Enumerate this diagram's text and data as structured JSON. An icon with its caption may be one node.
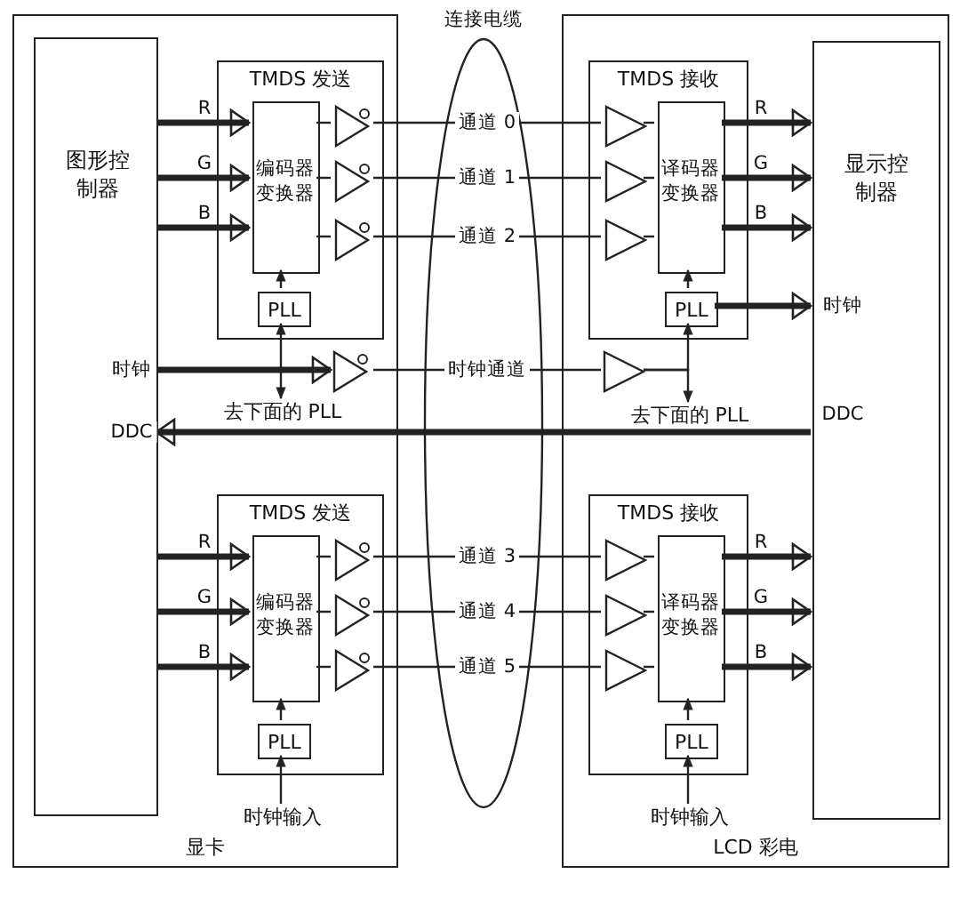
{
  "diagram": {
    "nodes": [
      {
        "text": [
          "显卡"
        ]
      },
      {
        "text": [
          "图形控制器"
        ],
        "in": 0
      },
      {
        "text": [
          "TMDS 发送"
        ],
        "in": 0
      },
      {
        "text": [
          "编码器变换器"
        ],
        "in": 2
      },
      {
        "text": [
          "PLL"
        ],
        "in": 2
      },
      {
        "text": [],
        "shape": "triangle",
        "in": 2
      },
      {
        "text": [],
        "shape": "triangle",
        "in": 2
      },
      {
        "text": [],
        "shape": "triangle",
        "in": 2
      },
      {
        "text": [],
        "shape": "triangle",
        "in": 0
      },
      {
        "text": [
          "去下面的 PLL"
        ],
        "in": 0
      },
      {
        "text": [
          "TMDS 发送"
        ],
        "in": 0
      },
      {
        "text": [
          "编码器变换器"
        ],
        "in": 10
      },
      {
        "text": [
          "PLL"
        ],
        "in": 10
      },
      {
        "text": [],
        "shape": "triangle",
        "in": 10
      },
      {
        "text": [],
        "shape": "triangle",
        "in": 10
      },
      {
        "text": [],
        "shape": "triangle",
        "in": 10
      },
      {
        "text": [
          "时钟输入"
        ],
        "in": 0
      },
      {
        "text": [
          "LCD 彩电"
        ]
      },
      {
        "text": [
          "显示控制器"
        ],
        "in": 17
      },
      {
        "text": [
          "TMDS 接收"
        ],
        "in": 17
      },
      {
        "text": [],
        "shape": "triangle",
        "in": 19
      },
      {
        "text": [],
        "shape": "triangle",
        "in": 19
      },
      {
        "text": [],
        "shape": "triangle",
        "in": 19
      },
      {
        "text": [
          "译码器变换器"
        ],
        "in": 19
      },
      {
        "text": [
          "PLL"
        ],
        "in": 19
      },
      {
        "text": [],
        "shape": "triangle",
        "in": 17
      },
      {
        "text": [
          "去下面的 PLL"
        ],
        "in": 17
      },
      {
        "text": [
          "TMDS 接收"
        ],
        "in": 17
      },
      {
        "text": [],
        "shape": "triangle",
        "in": 27
      },
      {
        "text": [],
        "shape": "triangle",
        "in": 27
      },
      {
        "text": [],
        "shape": "triangle",
        "in": 27
      },
      {
        "text": [
          "译码器变换器"
        ],
        "in": 27
      },
      {
        "text": [
          "PLL"
        ],
        "in": 27
      },
      {
        "text": [
          "时钟输入"
        ],
        "in": 17
      }
    ],
    "edges": [
      {
        "from": 1,
        "to": 3,
        "arrow": "to",
        "label": "R",
        "style": "thick"
      },
      {
        "from": 1,
        "to": 3,
        "arrow": "to",
        "label": "G",
        "style": "thick"
      },
      {
        "from": 1,
        "to": 3,
        "arrow": "to",
        "label": "B",
        "style": "thick"
      },
      {
        "from": 3,
        "to": 5,
        "arrow": "none"
      },
      {
        "from": 3,
        "to": 6,
        "arrow": "none"
      },
      {
        "from": 3,
        "to": 7,
        "arrow": "none"
      },
      {
        "from": 4,
        "to": 3,
        "arrow": "to"
      },
      {
        "from": 1,
        "to": 8,
        "arrow": "to",
        "label": "时钟",
        "style": "thick"
      },
      {
        "from": 1,
        "to": 4,
        "arrow": "to"
      },
      {
        "from": 1,
        "to": 9,
        "arrow": "to"
      },
      {
        "from": 5,
        "to": 20,
        "arrow": "none",
        "label": "通道 0"
      },
      {
        "from": 6,
        "to": 21,
        "arrow": "none",
        "label": "通道 1"
      },
      {
        "from": 7,
        "to": 22,
        "arrow": "none",
        "label": "通道 2"
      },
      {
        "from": 8,
        "to": 25,
        "arrow": "none",
        "label": "时钟通道"
      },
      {
        "from": 18,
        "to": 1,
        "arrow": "to",
        "label": "DDC",
        "style": "thick"
      },
      {
        "from": 1,
        "to": 11,
        "arrow": "to",
        "label": "R",
        "style": "thick"
      },
      {
        "from": 1,
        "to": 11,
        "arrow": "to",
        "label": "G",
        "style": "thick"
      },
      {
        "from": 1,
        "to": 11,
        "arrow": "to",
        "label": "B",
        "style": "thick"
      },
      {
        "from": 11,
        "to": 13,
        "arrow": "none"
      },
      {
        "from": 11,
        "to": 14,
        "arrow": "none"
      },
      {
        "from": 11,
        "to": 15,
        "arrow": "none"
      },
      {
        "from": 12,
        "to": 11,
        "arrow": "to"
      },
      {
        "from": 16,
        "to": 12,
        "arrow": "to"
      },
      {
        "from": 13,
        "to": 28,
        "arrow": "none",
        "label": "通道 3"
      },
      {
        "from": 14,
        "to": 29,
        "arrow": "none",
        "label": "通道 4"
      },
      {
        "from": 15,
        "to": 30,
        "arrow": "none",
        "label": "通道 5"
      },
      {
        "from": 20,
        "to": 23,
        "arrow": "none"
      },
      {
        "from": 21,
        "to": 23,
        "arrow": "none"
      },
      {
        "from": 22,
        "to": 23,
        "arrow": "none"
      },
      {
        "from": 23,
        "to": 18,
        "arrow": "to",
        "label": "R",
        "style": "thick"
      },
      {
        "from": 23,
        "to": 18,
        "arrow": "to",
        "label": "G",
        "style": "thick"
      },
      {
        "from": 23,
        "to": 18,
        "arrow": "to",
        "label": "B",
        "style": "thick"
      },
      {
        "from": 24,
        "to": 23,
        "arrow": "to"
      },
      {
        "from": 24,
        "to": 18,
        "arrow": "to",
        "label": "时钟",
        "style": "thick"
      },
      {
        "from": 25,
        "to": 24,
        "arrow": "to"
      },
      {
        "from": 25,
        "to": 26,
        "arrow": "to"
      },
      {
        "from": 28,
        "to": 31,
        "arrow": "none"
      },
      {
        "from": 29,
        "to": 31,
        "arrow": "none"
      },
      {
        "from": 30,
        "to": 31,
        "arrow": "none"
      },
      {
        "from": 31,
        "to": 18,
        "arrow": "to",
        "label": "R",
        "style": "thick"
      },
      {
        "from": 31,
        "to": 18,
        "arrow": "to",
        "label": "G",
        "style": "thick"
      },
      {
        "from": 31,
        "to": 18,
        "arrow": "to",
        "label": "B",
        "style": "thick"
      },
      {
        "from": 32,
        "to": 31,
        "arrow": "to"
      },
      {
        "from": 33,
        "to": 32,
        "arrow": "to"
      }
    ],
    "labels": [
      "连接电缆",
      "DDC"
    ]
  }
}
